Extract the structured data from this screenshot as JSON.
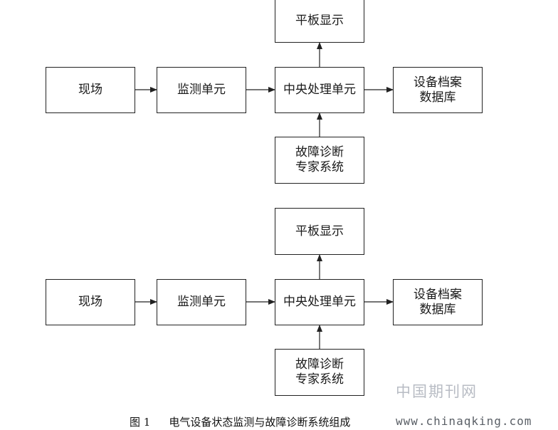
{
  "diagrams": [
    {
      "nodes": {
        "tablet": "平板显示",
        "site": "现场",
        "monitor": "监测单元",
        "cpu": "中央处理单元",
        "archive": "设备档案\n数据库",
        "expert": "故障诊断\n专家系统"
      }
    },
    {
      "nodes": {
        "tablet": "平板显示",
        "site": "现场",
        "monitor": "监测单元",
        "cpu": "中央处理单元",
        "archive": "设备档案\n数据库",
        "expert": "故障诊断\n专家系统"
      }
    }
  ],
  "caption": {
    "number": "图 1",
    "text": "电气设备状态监测与故障诊断系统组成"
  },
  "watermark": {
    "name": "中国期刊网",
    "url": "www.chinaqking.com"
  },
  "colors": {
    "line": "#222222",
    "watermark_light": "#b8bcc4",
    "watermark_dark": "#5a5f66"
  }
}
